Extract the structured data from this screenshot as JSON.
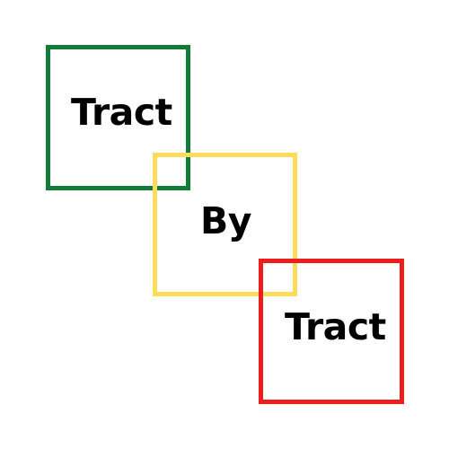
{
  "logo": {
    "words": [
      "Tract",
      "By",
      "Tract"
    ],
    "colors": {
      "green": "#117c37",
      "yellow": "#ffdc5a",
      "red": "#ee1d1d",
      "text": "#000000"
    }
  }
}
